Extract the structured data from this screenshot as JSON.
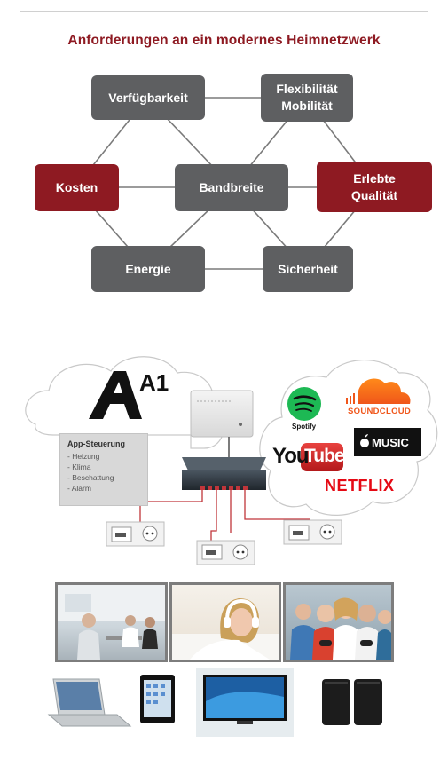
{
  "title": "Anforderungen an ein modernes Heimnetzwerk",
  "colors": {
    "accent": "#8e1a22",
    "node_gray": "#5e5f61",
    "line_gray": "#7a7a7a",
    "cable_red": "#c0353a"
  },
  "nodes": {
    "verfuegbarkeit": "Verfügbarkeit",
    "flexibilitaet": "Flexibilität\nMobilität",
    "kosten": "Kosten",
    "bandbreite": "Bandbreite",
    "qualitaet": "Erlebte\nQualität",
    "energie": "Energie",
    "sicherheit": "Sicherheit"
  },
  "network": {
    "brand_logo": "A1",
    "app_steuerung": {
      "title": "App-Steuerung",
      "items": [
        "- Heizung",
        "- Klima",
        "- Beschattung",
        "- Alarm"
      ]
    },
    "services": {
      "spotify": "Spotify",
      "soundcloud": "SOUNDCLOUD",
      "applemusic": "MUSIC",
      "youtube_you": "You",
      "youtube_tube": "Tube",
      "netflix": "NETFLIX"
    }
  },
  "icons": [
    "cloud-icon",
    "router-icon",
    "switch-icon",
    "wall-socket-icon",
    "laptop-icon",
    "tablet-icon",
    "tv-icon",
    "speaker-icon"
  ]
}
